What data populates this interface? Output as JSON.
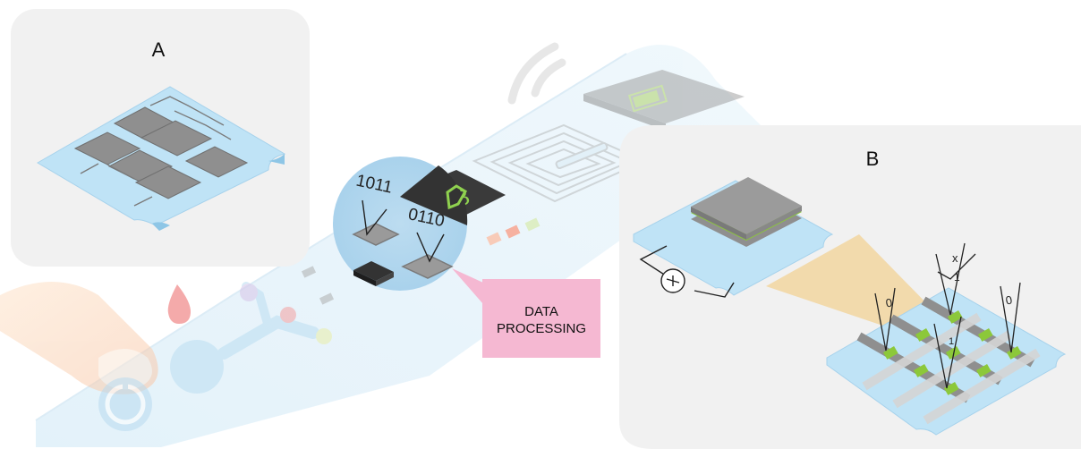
{
  "panels": {
    "a": {
      "label": "A"
    },
    "b": {
      "label": "B"
    }
  },
  "callout": {
    "line1": "DATA",
    "line2": "PROCESSING"
  },
  "bit_labels": {
    "left": "1011",
    "right": "0110"
  },
  "panel_b_symbols": {
    "s1": "0",
    "s2": "x",
    "s3": "1",
    "s4": "1",
    "s5": "0"
  },
  "colors": {
    "panel_bg": "#f1f1f1",
    "sheet_blue": "#bfe3f6",
    "callout_pink": "#f5b8d2",
    "electrode_gray": "#8f8f8f",
    "accent_green": "#8cc83a",
    "beam_tan": "#f2d49b"
  },
  "icons": [
    "wifi-icon",
    "battery-icon",
    "blood-drop-icon",
    "power-button-icon",
    "chip-icon",
    "coil-antenna-icon",
    "battery-source-icon"
  ]
}
